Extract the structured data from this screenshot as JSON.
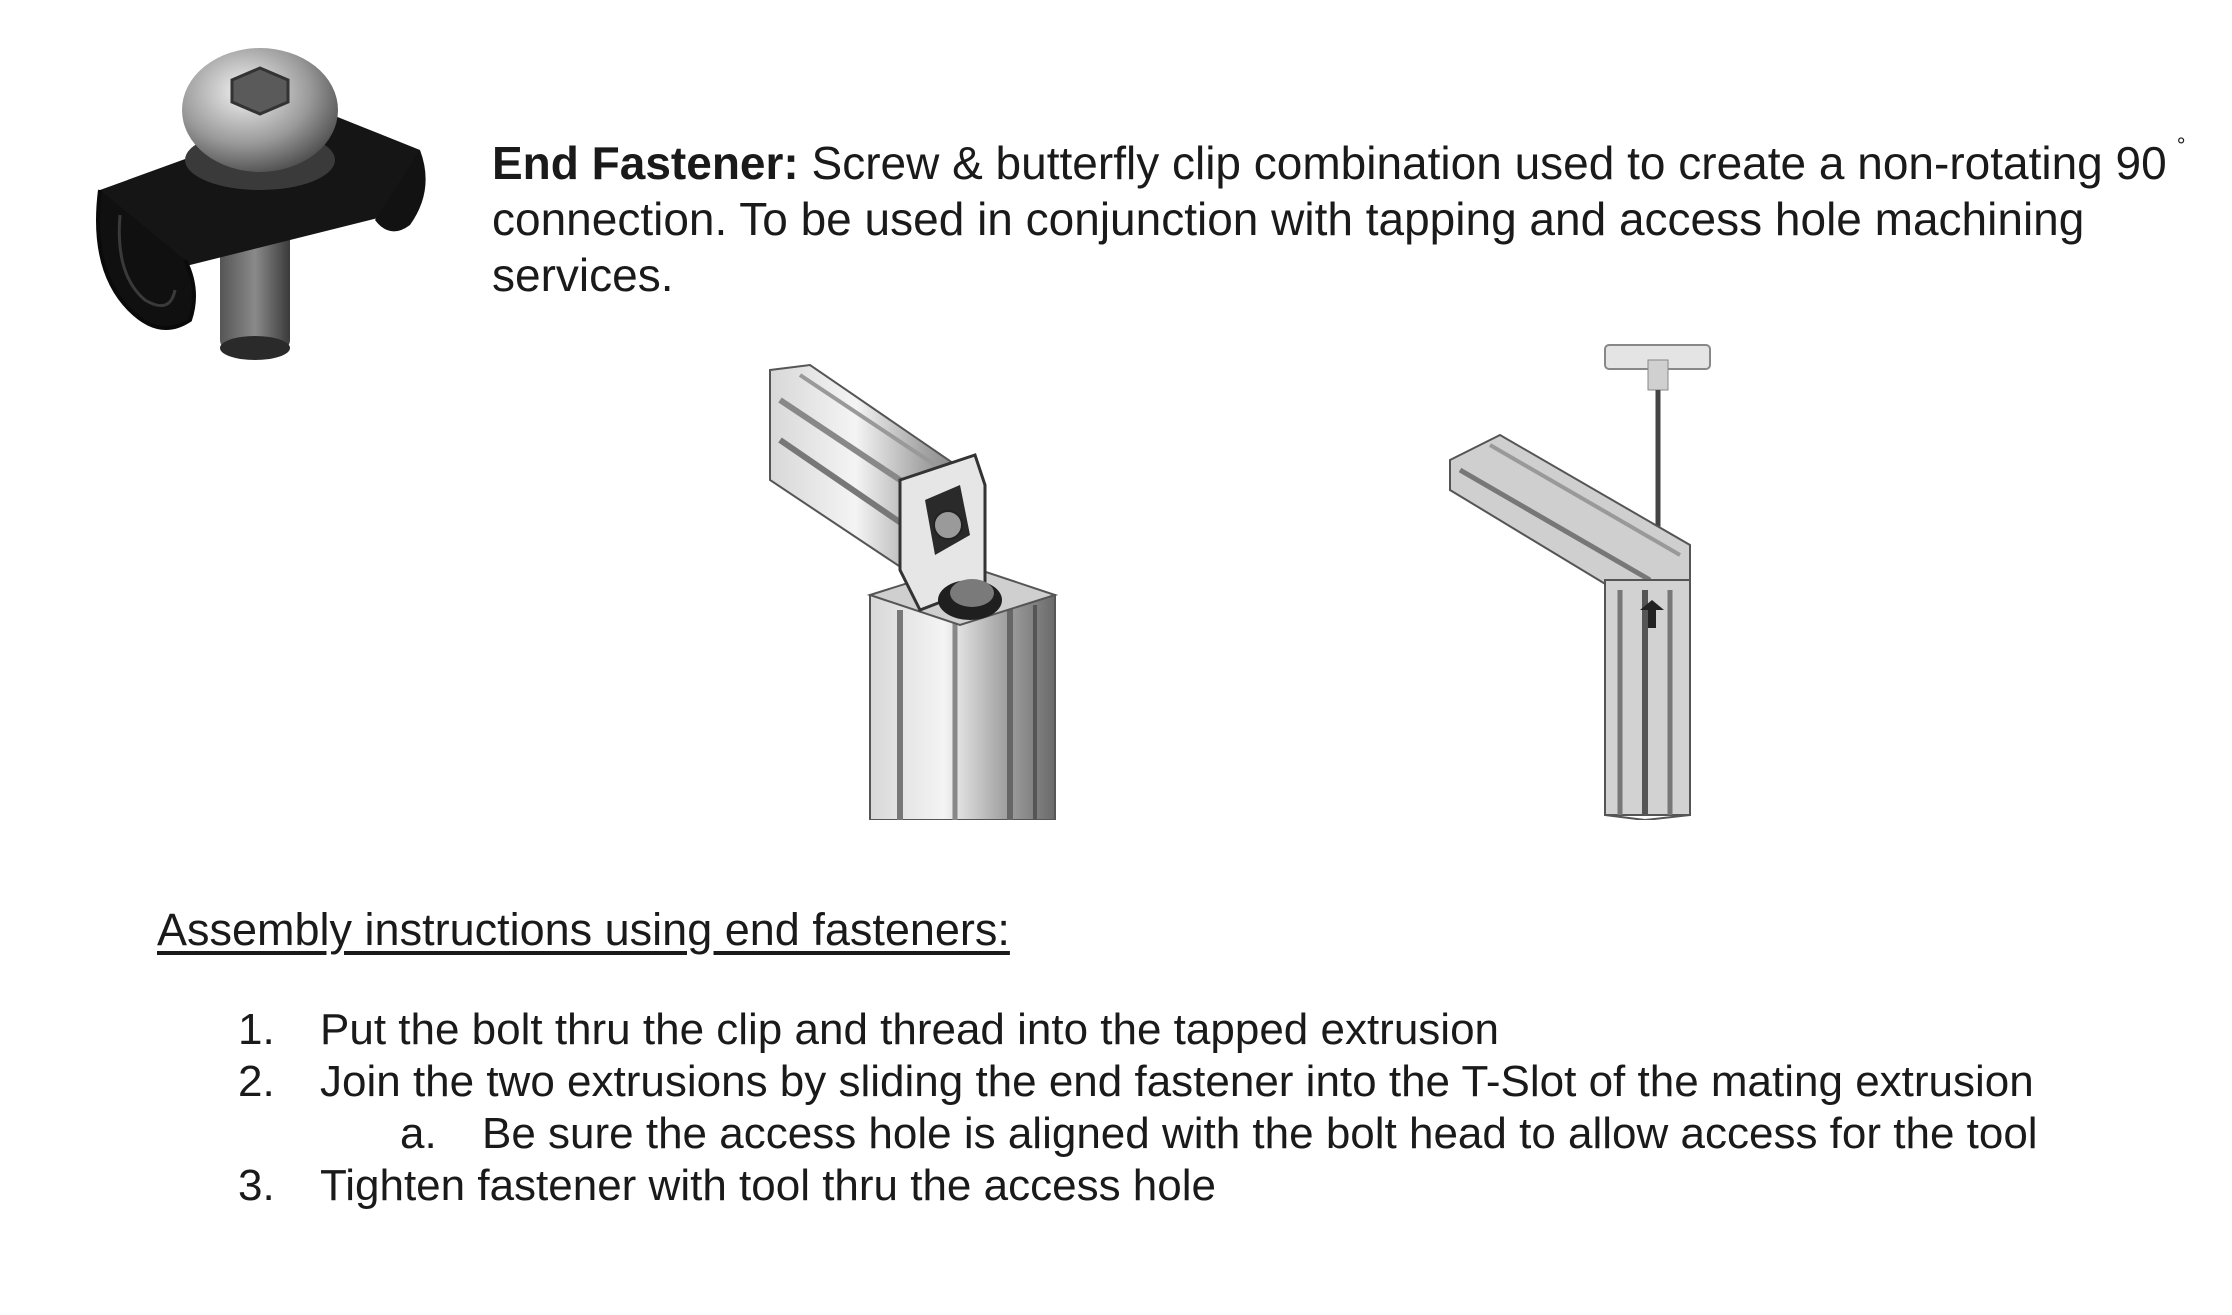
{
  "intro": {
    "term": "End Fastener:",
    "text_line1": " Screw & butterfly clip combination used to create a non-rotating 90",
    "degree": "°",
    "text_line2": "connection.  To be used in conjunction with tapping and access hole machining",
    "text_line3": "services."
  },
  "illustrations": {
    "fastener": "end-fastener-screw-clip",
    "left_assembly": "extrusion-joint-with-fastener",
    "right_assembly": "extrusion-joint-with-t-handle-tool"
  },
  "assembly": {
    "title": "Assembly instructions using end fasteners:",
    "steps": [
      {
        "num": "1.",
        "text": "Put the bolt thru the clip and thread into the tapped extrusion"
      },
      {
        "num": "2.",
        "text": "Join the two extrusions by sliding the end fastener into the T-Slot of the mating extrusion"
      },
      {
        "num": "a.",
        "text": "Be sure the access hole is aligned with the bolt head to allow access for the tool"
      },
      {
        "num": "3.",
        "text": "Tighten fastener with tool thru the access hole"
      }
    ]
  }
}
